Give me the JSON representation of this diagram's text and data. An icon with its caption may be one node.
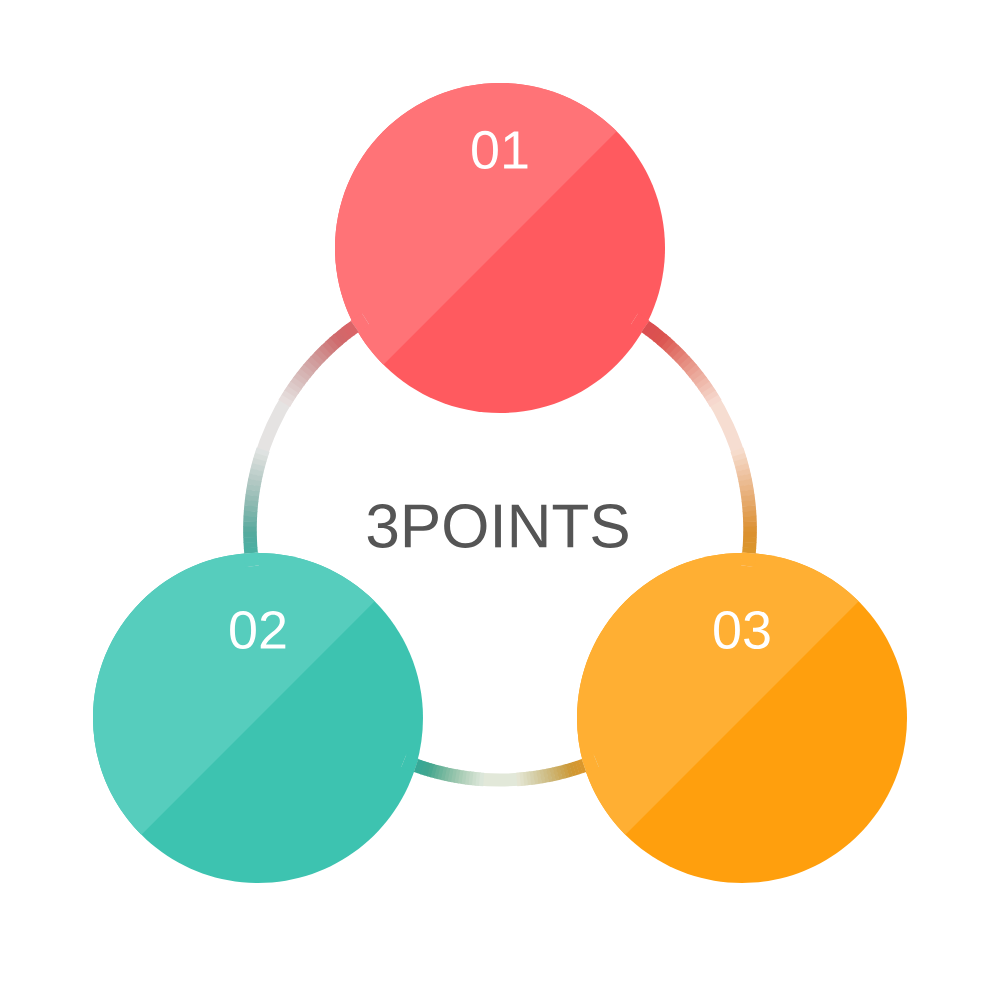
{
  "diagram": {
    "nodes": [
      {
        "text": [
          "01"
        ]
      },
      {
        "text": [
          "02"
        ]
      },
      {
        "text": [
          "03"
        ]
      }
    ],
    "edges": [
      {
        "from": 0,
        "to": 1,
        "arrow": "none"
      },
      {
        "from": 0,
        "to": 2,
        "arrow": "none"
      },
      {
        "from": 1,
        "to": 2,
        "arrow": "none"
      }
    ],
    "labels": [
      "3POINTS"
    ]
  }
}
